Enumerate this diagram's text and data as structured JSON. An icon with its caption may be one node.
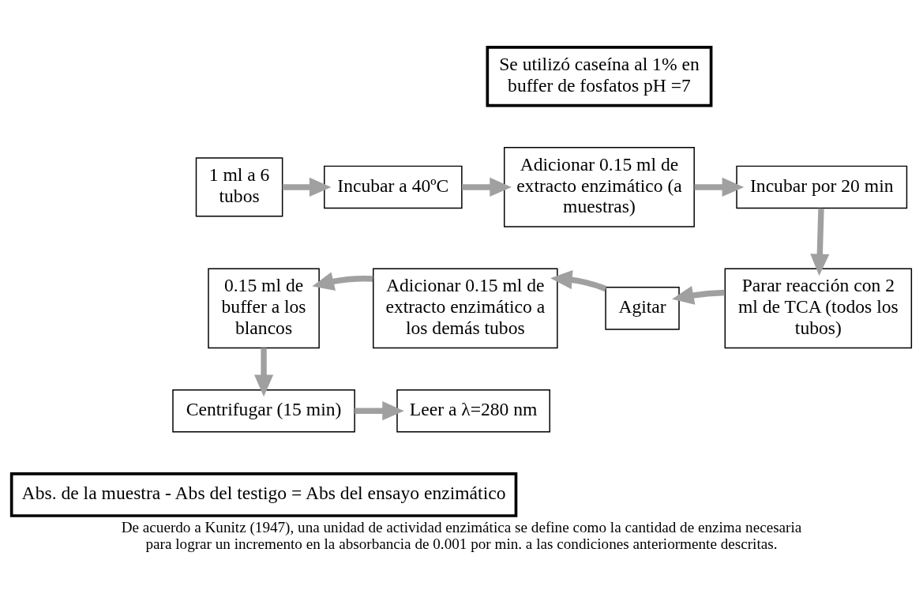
{
  "diagram": {
    "caption": "De acuerdo a Kunitz (1947), una unidad de actividad enzimática se define como la cantidad de enzima necesaria para lograr un incremento en la absorbancia de 0.001 por min. a las condiciones anteriormente descritas.",
    "nodes": [
      {
        "text": [
          "Se utilizó caseína al 1% en buffer de fosfatos pH =7"
        ]
      },
      {
        "text": [
          "1 ml a 6 tubos"
        ]
      },
      {
        "text": [
          "Incubar a 40ºC"
        ]
      },
      {
        "text": [
          "Adicionar 0.15 ml de extracto enzimático (a muestras)"
        ]
      },
      {
        "text": [
          "Incubar por 20 min"
        ]
      },
      {
        "text": [
          "Parar reacción con 2 ml de TCA (todos los tubos)"
        ]
      },
      {
        "text": [
          "Agitar"
        ]
      },
      {
        "text": [
          "Adicionar 0.15 ml de extracto enzimático a los demás tubos"
        ]
      },
      {
        "text": [
          "0.15 ml de buffer a los blancos"
        ]
      },
      {
        "text": [
          "Centrifugar (15 min)"
        ]
      },
      {
        "text": [
          "Leer a λ=280 nm"
        ]
      },
      {
        "text": [
          "Abs. de la muestra - Abs del testigo = Abs del ensayo enzimático"
        ]
      }
    ],
    "edges": [
      {
        "from": 1,
        "to": 2,
        "arrow": "to"
      },
      {
        "from": 2,
        "to": 3,
        "arrow": "to"
      },
      {
        "from": 3,
        "to": 4,
        "arrow": "to"
      },
      {
        "from": 4,
        "to": 5,
        "arrow": "to"
      },
      {
        "from": 5,
        "to": 6,
        "arrow": "to"
      },
      {
        "from": 6,
        "to": 7,
        "arrow": "to"
      },
      {
        "from": 7,
        "to": 8,
        "arrow": "to"
      },
      {
        "from": 8,
        "to": 9,
        "arrow": "to"
      },
      {
        "from": 9,
        "to": 10,
        "arrow": "to"
      }
    ]
  }
}
